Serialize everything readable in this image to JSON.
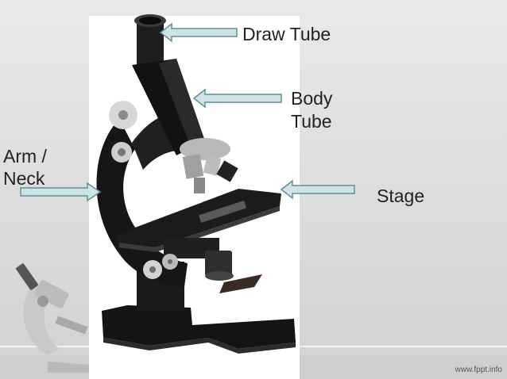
{
  "labels": {
    "draw_tube": "Draw Tube",
    "body_tube_line1": "Body",
    "body_tube_line2": "Tube",
    "arm_line1": "Arm /",
    "arm_line2": "Neck",
    "stage": "Stage"
  },
  "watermark": "www.fppt.info",
  "colors": {
    "arrow_fill": "#cde3e6",
    "arrow_stroke": "#5f8e97",
    "background": "#dedede"
  }
}
